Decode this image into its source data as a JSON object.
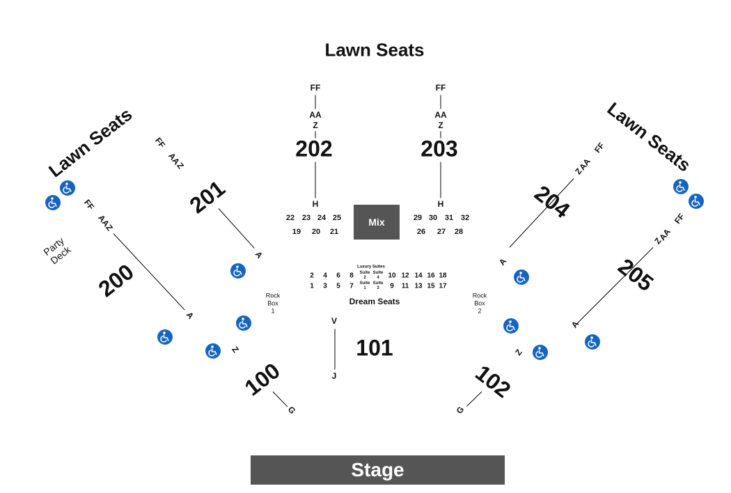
{
  "lawn_top": "Lawn Seats",
  "lawn_left": "Lawn Seats",
  "lawn_right": "Lawn Seats",
  "party_deck": "Party\nDeck",
  "mix": "Mix",
  "stage": "Stage",
  "dream_seats": "Dream Seats",
  "luxury_suites": "Luxury Suites",
  "rock_box_1": "Rock\nBox\n1",
  "rock_box_2": "Rock\nBox\n2",
  "sections": {
    "s100": "100",
    "s101": "101",
    "s102": "102",
    "s200": "200",
    "s201": "201",
    "s202": "202",
    "s203": "203",
    "s204": "204",
    "s205": "205"
  },
  "rows": {
    "ff": "FF",
    "aa": "AA",
    "z": "Z",
    "a": "A",
    "h": "H",
    "v": "V",
    "j": "J",
    "g": "G"
  },
  "box_seats_top_left": [
    "22",
    "23",
    "24",
    "25"
  ],
  "box_seats_bottom_left": [
    "19",
    "20",
    "21"
  ],
  "box_seats_top_right": [
    "29",
    "30",
    "31",
    "32"
  ],
  "box_seats_bottom_right": [
    "26",
    "27",
    "28"
  ],
  "dream_top_left": [
    "2",
    "4",
    "6",
    "8"
  ],
  "dream_bottom_left": [
    "1",
    "3",
    "5",
    "7"
  ],
  "dream_top_right": [
    "10",
    "12",
    "14",
    "16",
    "18"
  ],
  "dream_bottom_right": [
    "9",
    "11",
    "13",
    "15",
    "17"
  ],
  "suites": {
    "s2": "Suite\n2",
    "s4": "Suite\n4",
    "s1": "Suite\n1",
    "s3": "Suite\n3"
  },
  "icons": {
    "accessible": "wheelchair-icon",
    "accessible_color": "#1565c0"
  },
  "colors": {
    "mix_fill": "#555555",
    "stage_fill": "#555555",
    "ada": "#1565c0"
  }
}
